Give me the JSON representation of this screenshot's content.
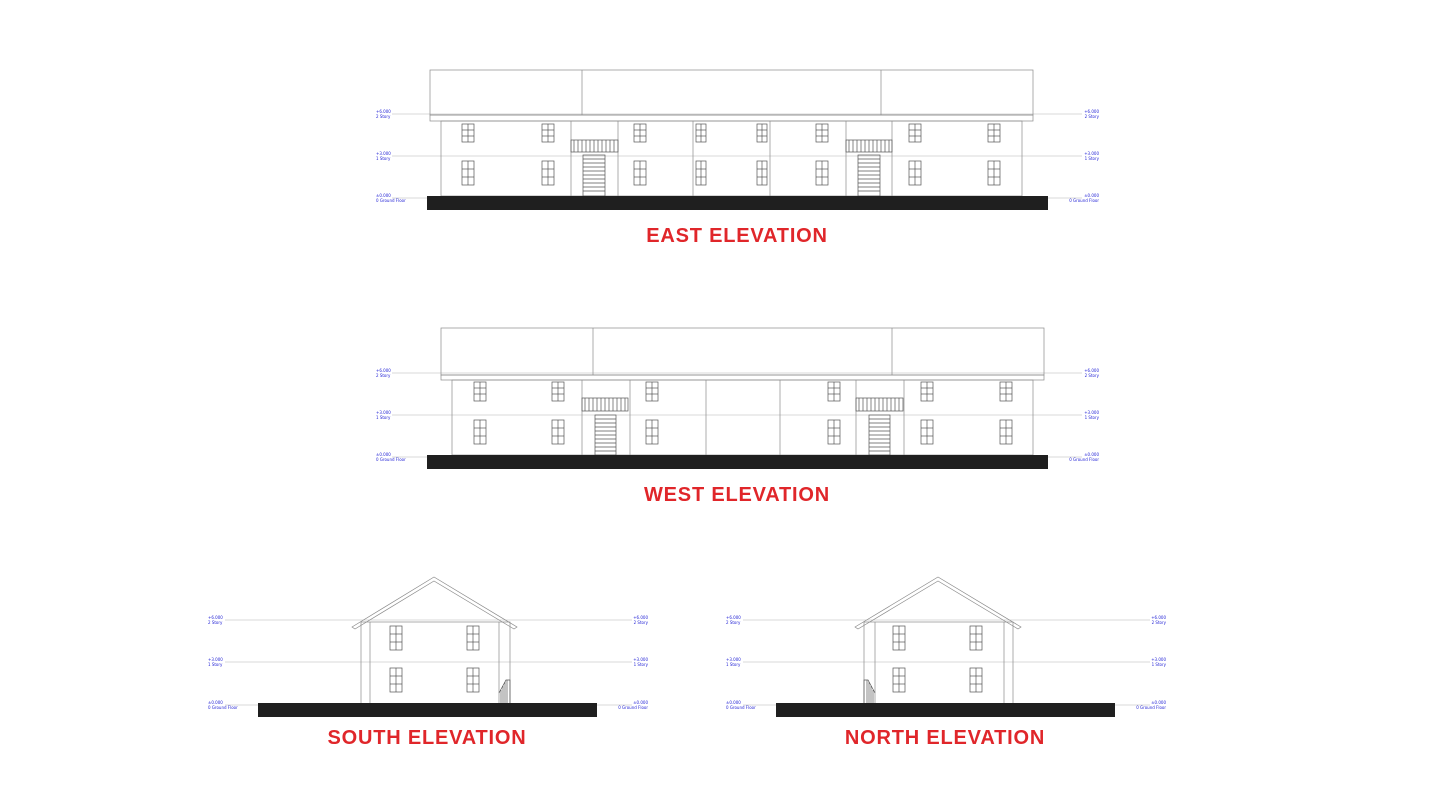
{
  "titles": {
    "east": "EAST ELEVATION",
    "west": "WEST ELEVATION",
    "south": "SOUTH ELEVATION",
    "north": "NORTH ELEVATION"
  },
  "levels": {
    "roof_value": "+6.000",
    "roof_name": "2 Story",
    "first_value": "+3.000",
    "first_name": "1 Story",
    "ground_value": "±0.000",
    "ground_name": "0 Ground Floor"
  },
  "colors": {
    "title": "#e0262a",
    "level_text": "#2323d6",
    "line": "#8a8a8a",
    "plinth": "#1f1f1f"
  }
}
